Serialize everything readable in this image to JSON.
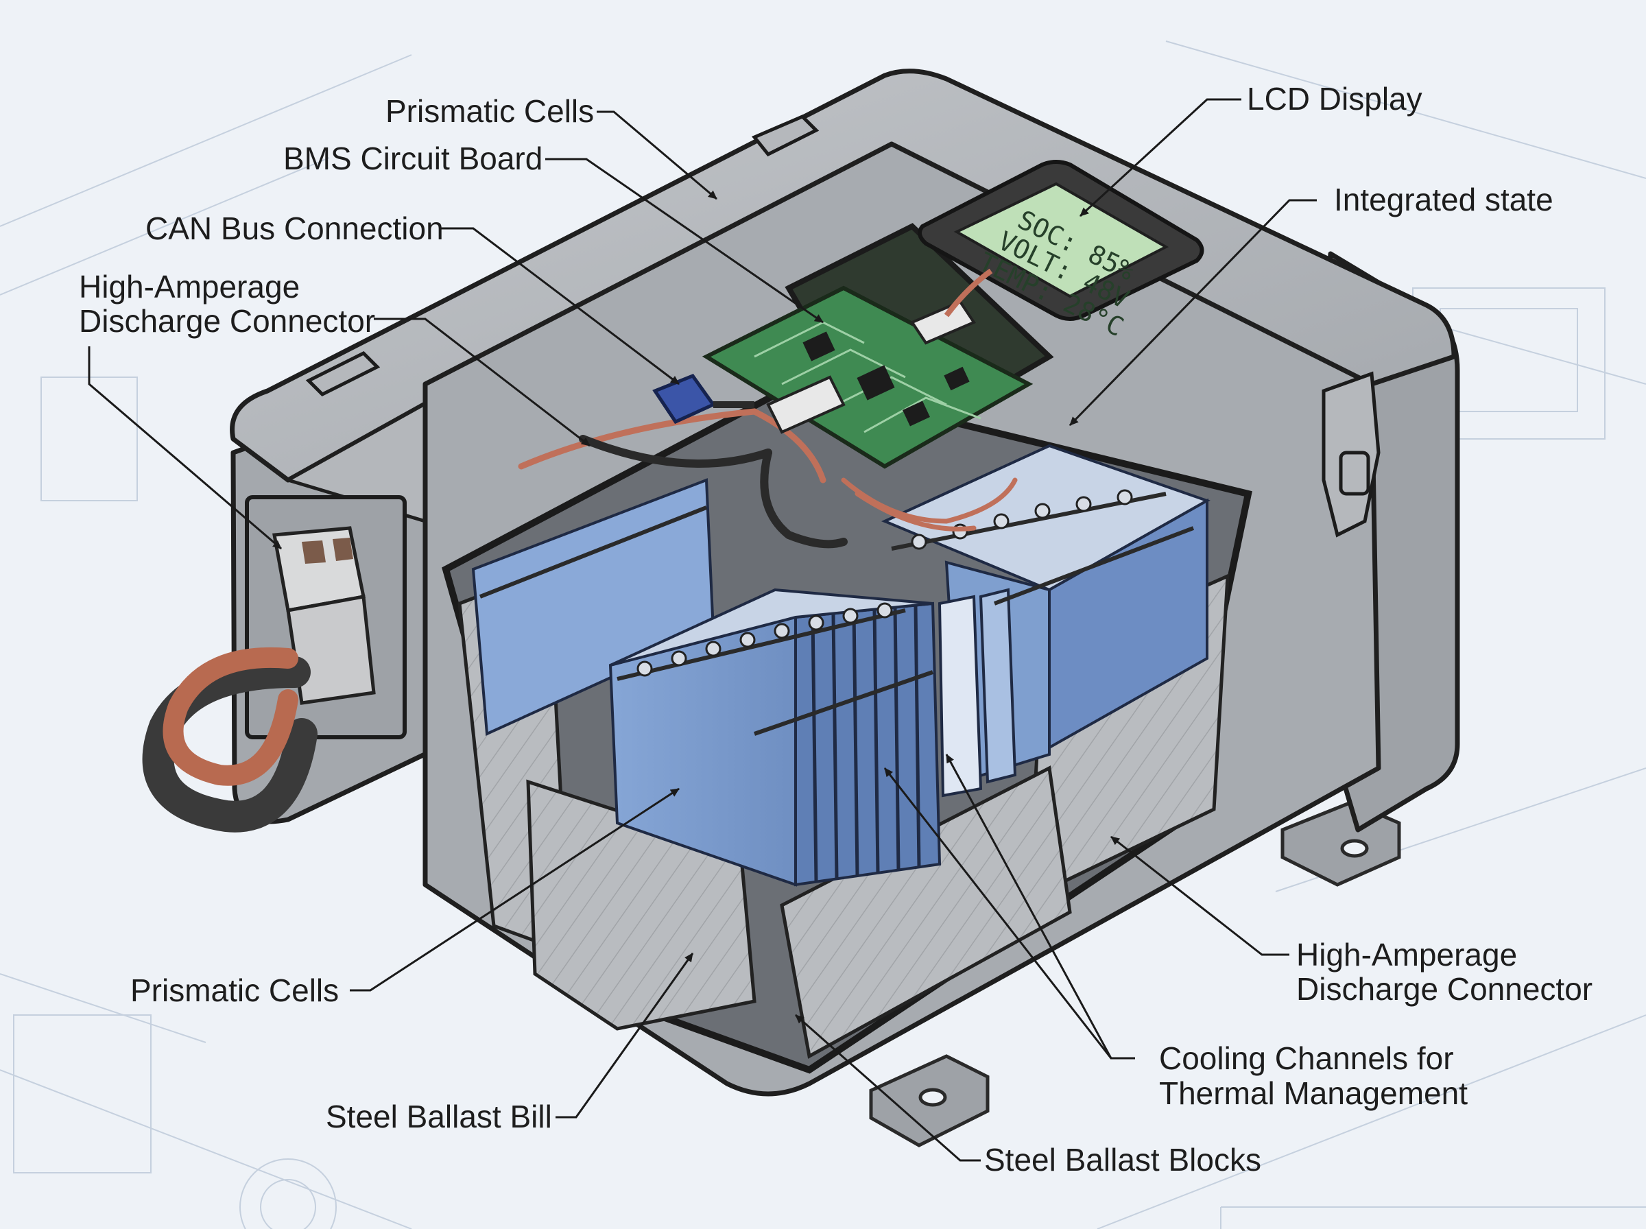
{
  "callouts": {
    "prismatic_cells_top": "Prismatic Cells",
    "bms_circuit_board": "BMS Circuit Board",
    "can_bus_connection": "CAN Bus Connection",
    "discharge_connector_left_line1": "High-Amperage",
    "discharge_connector_left_line2": "Discharge Connector",
    "lcd_display": "LCD Display",
    "integrated_state": "Integrated state",
    "prismatic_cells_bottom": "Prismatic Cells",
    "steel_ballast_bill": "Steel Ballast Bill",
    "discharge_connector_right_line1": "High-Amperage",
    "discharge_connector_right_line2": "Discharge Connector",
    "cooling_channels_line1": "Cooling Channels for",
    "cooling_channels_line2": "Thermal Management",
    "steel_ballast_blocks": "Steel Ballast Blocks"
  },
  "lcd": {
    "line1": "SOC: 85%",
    "line2": "VOLT: 48V",
    "line3": "TEMP: 28°C"
  },
  "colors": {
    "case_gray": "#a9adb2",
    "cell_blue": "#7f9fcf",
    "pcb_green": "#3f8a52",
    "lcd_green": "#bfe0b8",
    "copper": "#c0705a",
    "connector_blue": "#3b55a8"
  }
}
